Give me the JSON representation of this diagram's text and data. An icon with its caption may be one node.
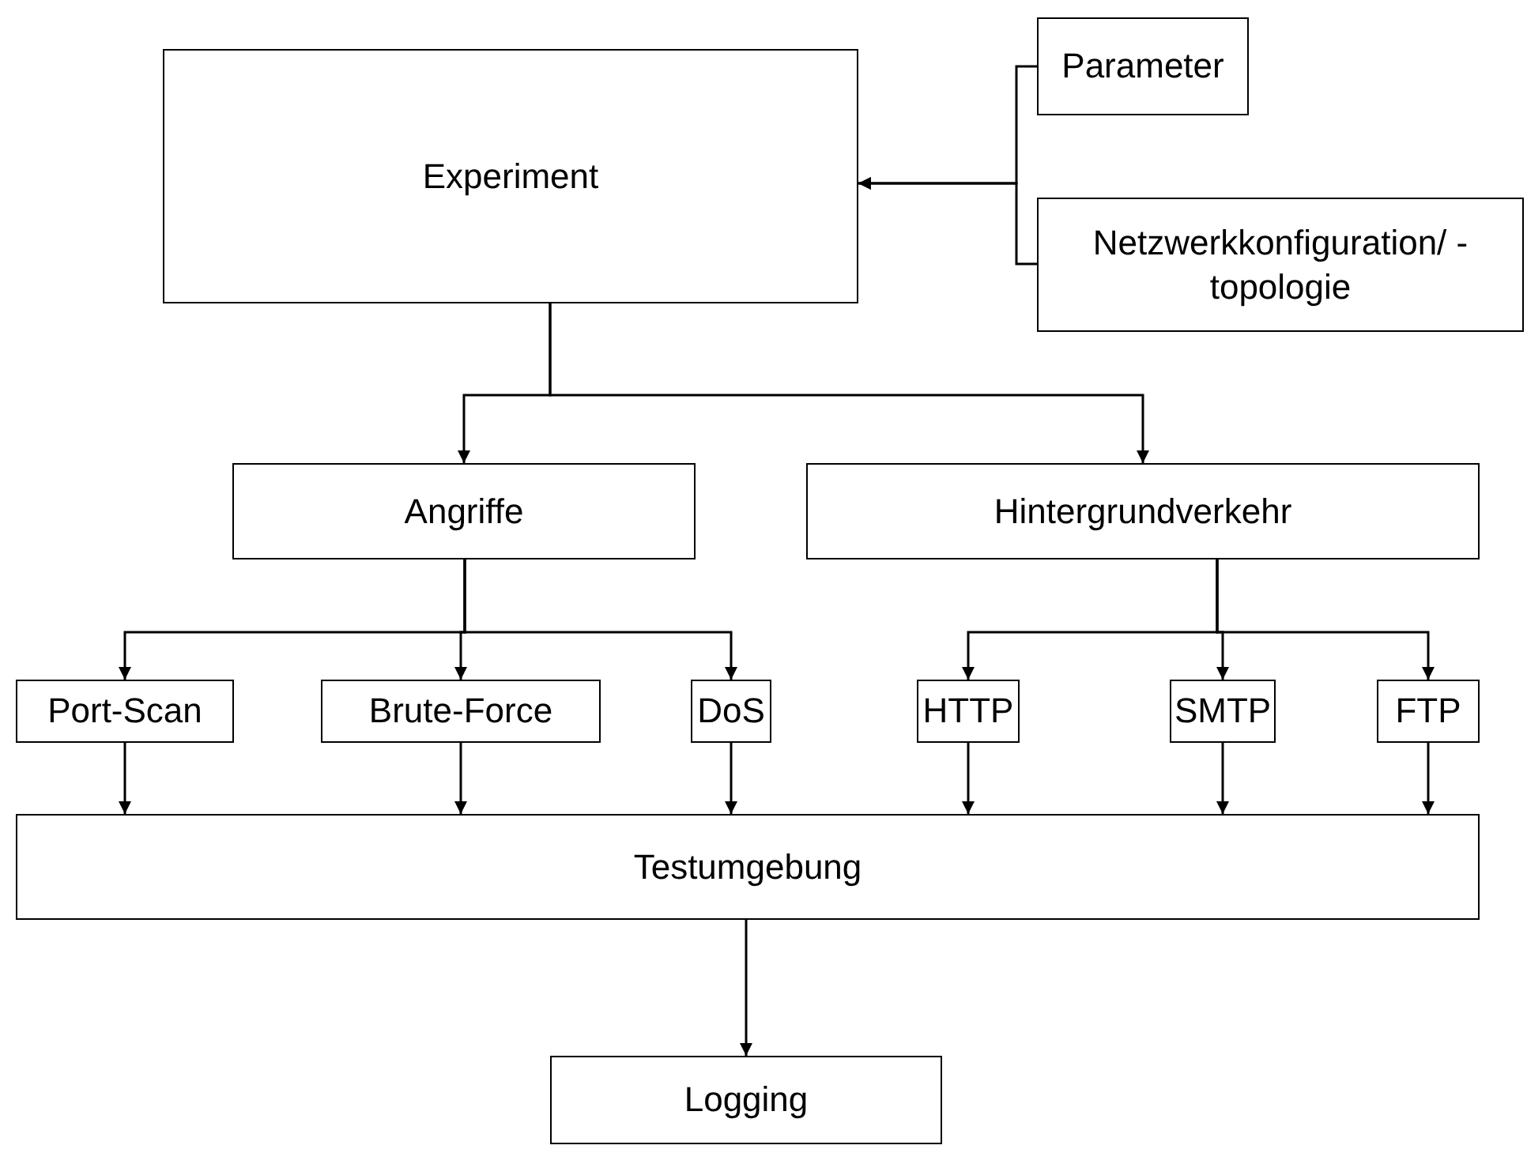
{
  "diagram": {
    "nodes": [
      {
        "text": [
          "Experiment"
        ]
      },
      {
        "text": [
          "Parameter"
        ]
      },
      {
        "text": [
          "Netzwerkkonfiguration/ -topologie"
        ]
      },
      {
        "text": [
          "Angriffe"
        ]
      },
      {
        "text": [
          "Hintergrundverkehr"
        ]
      },
      {
        "text": [
          "Port-Scan"
        ]
      },
      {
        "text": [
          "Brute-Force"
        ]
      },
      {
        "text": [
          "DoS"
        ]
      },
      {
        "text": [
          "HTTP"
        ]
      },
      {
        "text": [
          "SMTP"
        ]
      },
      {
        "text": [
          "FTP"
        ]
      },
      {
        "text": [
          "Testumgebung"
        ]
      },
      {
        "text": [
          "Logging"
        ]
      }
    ],
    "edges": [
      {
        "from": 1,
        "to": 0,
        "arrow": "to"
      },
      {
        "from": 2,
        "to": 0,
        "arrow": "to"
      },
      {
        "from": 0,
        "to": 3,
        "arrow": "to"
      },
      {
        "from": 0,
        "to": 4,
        "arrow": "to"
      },
      {
        "from": 3,
        "to": 5,
        "arrow": "to"
      },
      {
        "from": 3,
        "to": 6,
        "arrow": "to"
      },
      {
        "from": 3,
        "to": 7,
        "arrow": "to"
      },
      {
        "from": 4,
        "to": 8,
        "arrow": "to"
      },
      {
        "from": 4,
        "to": 9,
        "arrow": "to"
      },
      {
        "from": 4,
        "to": 10,
        "arrow": "to"
      },
      {
        "from": 5,
        "to": 11,
        "arrow": "to"
      },
      {
        "from": 6,
        "to": 11,
        "arrow": "to"
      },
      {
        "from": 7,
        "to": 11,
        "arrow": "to"
      },
      {
        "from": 8,
        "to": 11,
        "arrow": "to"
      },
      {
        "from": 9,
        "to": 11,
        "arrow": "to"
      },
      {
        "from": 10,
        "to": 11,
        "arrow": "to"
      },
      {
        "from": 11,
        "to": 12,
        "arrow": "to"
      }
    ]
  }
}
